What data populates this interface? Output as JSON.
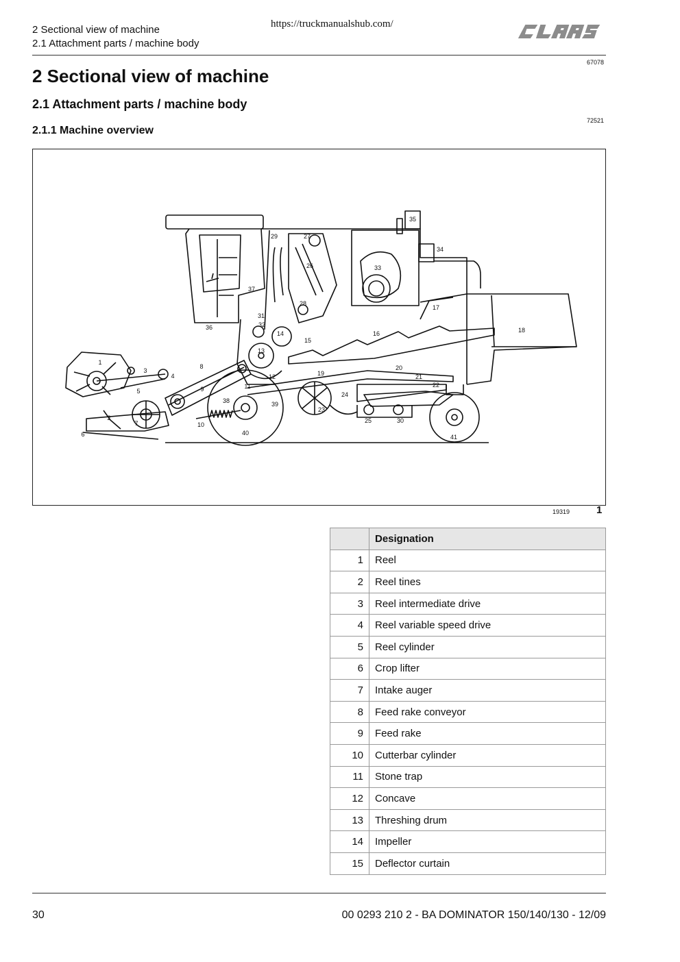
{
  "header": {
    "line1": "2 Sectional view of machine",
    "line2": "2.1 Attachment parts / machine body",
    "url": "https://truckmanualshub.com/",
    "logo_text": "CLAAS",
    "ref1": "67078",
    "ref2": "72521"
  },
  "title": "2 Sectional view of machine",
  "subtitle": "2.1 Attachment parts / machine body",
  "section": "2.1.1 Machine overview",
  "figure": {
    "ref": "19319",
    "number": "1",
    "callouts": [
      "1",
      "2",
      "3",
      "4",
      "5",
      "6",
      "7",
      "8",
      "9",
      "10",
      "11",
      "12",
      "13",
      "14",
      "15",
      "16",
      "17",
      "18",
      "19",
      "20",
      "21",
      "22",
      "23",
      "24",
      "25",
      "26",
      "27",
      "28",
      "29",
      "30",
      "31",
      "32",
      "33",
      "34",
      "35",
      "36",
      "37",
      "38",
      "39",
      "40",
      "41"
    ]
  },
  "table": {
    "header": "Designation",
    "rows": [
      {
        "num": "1",
        "label": "Reel"
      },
      {
        "num": "2",
        "label": "Reel tines"
      },
      {
        "num": "3",
        "label": "Reel intermediate drive"
      },
      {
        "num": "4",
        "label": "Reel variable speed drive"
      },
      {
        "num": "5",
        "label": "Reel cylinder"
      },
      {
        "num": "6",
        "label": "Crop lifter"
      },
      {
        "num": "7",
        "label": "Intake auger"
      },
      {
        "num": "8",
        "label": "Feed rake conveyor"
      },
      {
        "num": "9",
        "label": "Feed rake"
      },
      {
        "num": "10",
        "label": "Cutterbar cylinder"
      },
      {
        "num": "11",
        "label": "Stone trap"
      },
      {
        "num": "12",
        "label": "Concave"
      },
      {
        "num": "13",
        "label": "Threshing drum"
      },
      {
        "num": "14",
        "label": "Impeller"
      },
      {
        "num": "15",
        "label": "Deflector curtain"
      }
    ]
  },
  "footer": {
    "page": "30",
    "doc": "00 0293 210 2 - BA DOMINATOR 150/140/130 - 12/09"
  }
}
